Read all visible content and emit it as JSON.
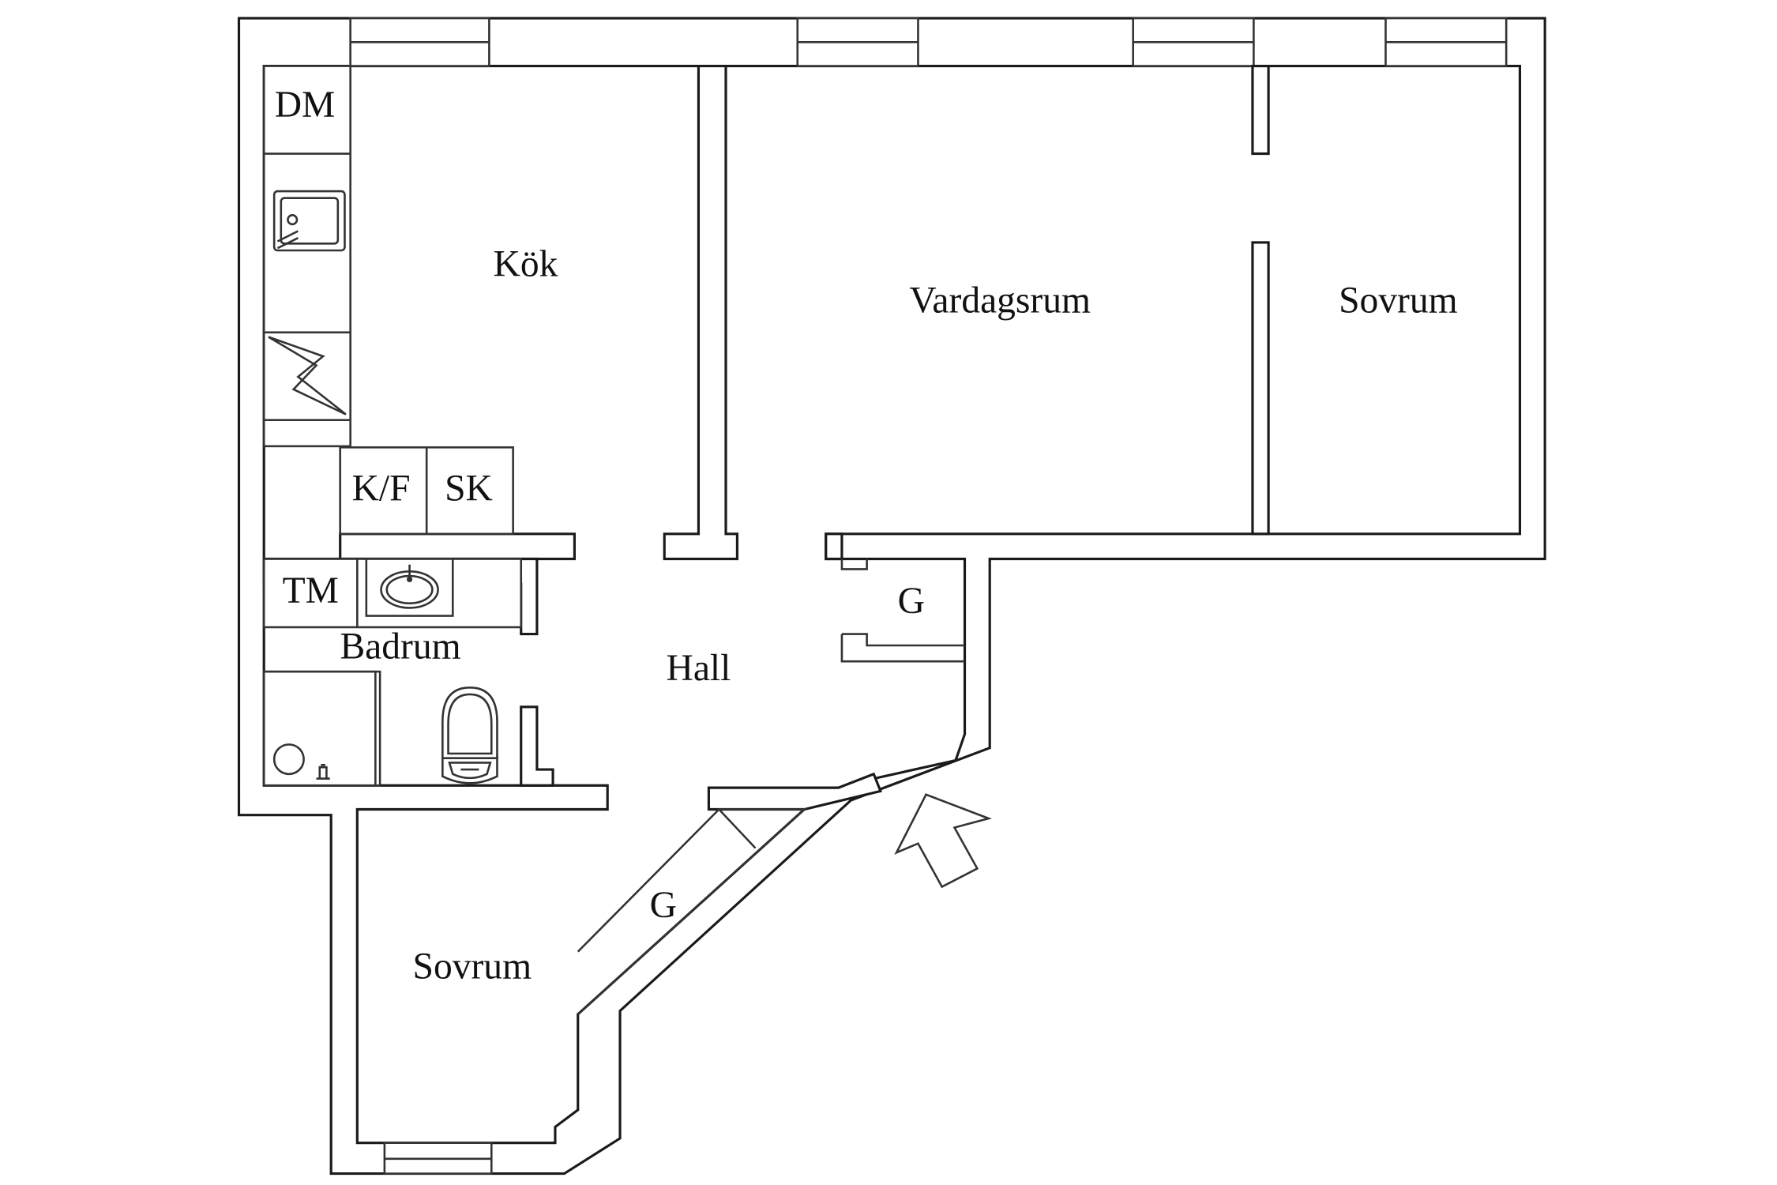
{
  "floorplan": {
    "rooms": {
      "kitchen": "Kök",
      "living_room": "Vardagsrum",
      "bedroom_east": "Sovrum",
      "bedroom_south": "Sovrum",
      "hall": "Hall",
      "bathroom": "Badrum",
      "closet_hall": "G",
      "closet_diagonal": "G"
    },
    "appliances": {
      "dishwasher": "DM",
      "fridge_freezer": "K/F",
      "cabinet": "SK",
      "washing_machine": "TM"
    }
  }
}
